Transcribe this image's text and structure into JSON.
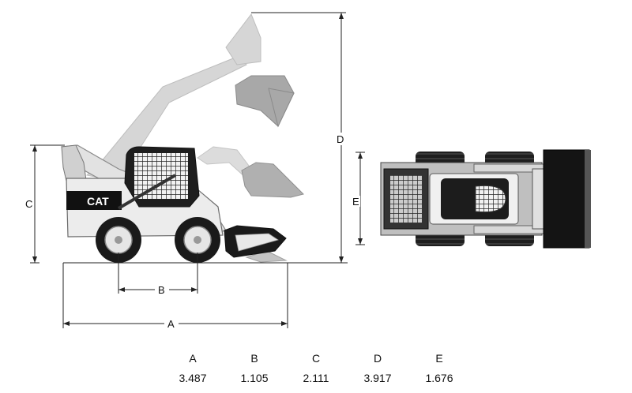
{
  "brand_logo": "CAT",
  "dimension_labels": {
    "a": "A",
    "b": "B",
    "c": "C",
    "d": "D",
    "e": "E"
  },
  "specs": [
    {
      "label": "A",
      "value": "3.487"
    },
    {
      "label": "B",
      "value": "1.105"
    },
    {
      "label": "C",
      "value": "2.111"
    },
    {
      "label": "D",
      "value": "3.917"
    },
    {
      "label": "E",
      "value": "1.676"
    }
  ]
}
